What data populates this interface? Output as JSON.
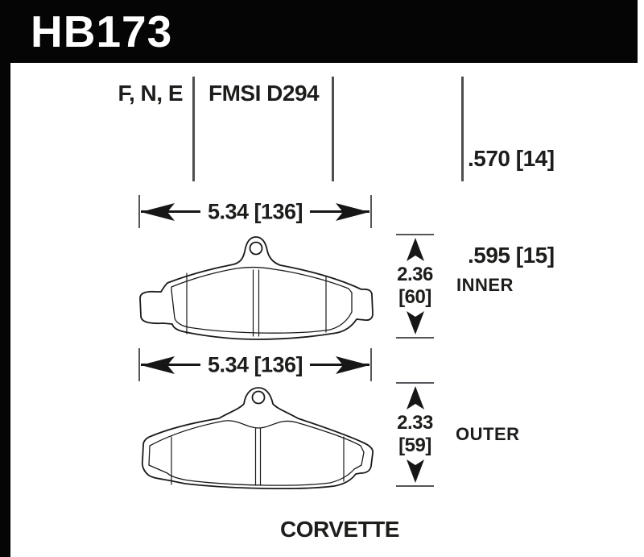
{
  "banner": {
    "part_number": "HB173"
  },
  "spec": {
    "compounds": "F, N, E",
    "fmsi": "FMSI D294",
    "thickness_line1": ".570 [14]",
    "thickness_line2": ".595 [15]"
  },
  "inner_pad": {
    "width_dim": "5.34 [136]",
    "height_in": "2.36",
    "height_mm": "[60]",
    "label": "INNER"
  },
  "outer_pad": {
    "width_dim": "5.34 [136]",
    "height_in": "2.33",
    "height_mm": "[59]",
    "label": "OUTER"
  },
  "footer": {
    "vehicle": "CORVETTE"
  },
  "colors": {
    "banner_bg": "#050505",
    "ink": "#1d1d1b",
    "guide_gray": "#55565a",
    "background": "#ffffff"
  }
}
